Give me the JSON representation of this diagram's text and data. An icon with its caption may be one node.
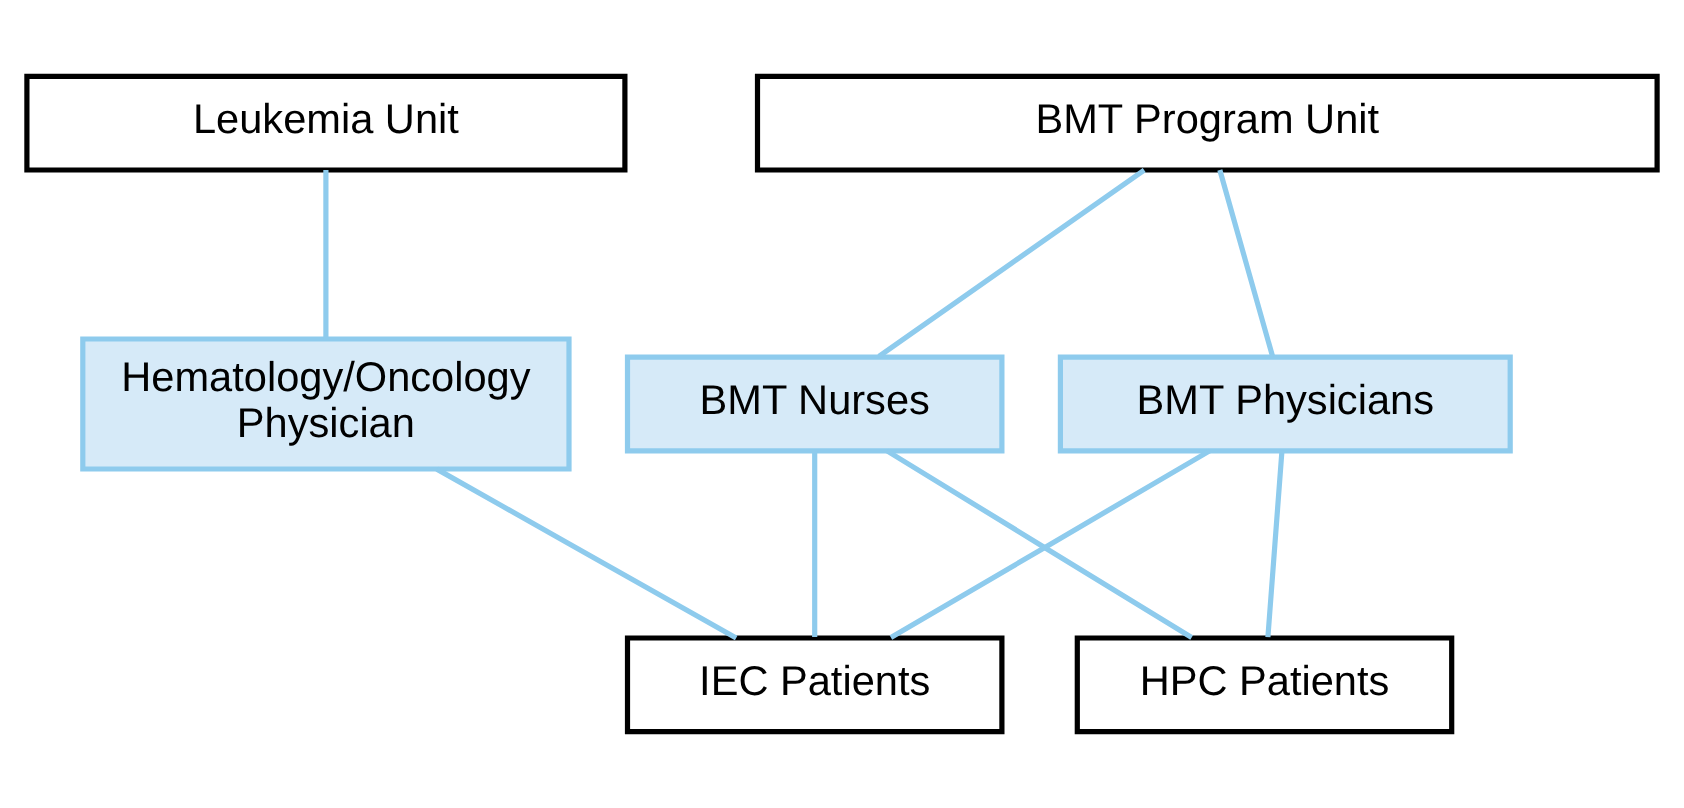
{
  "diagram": {
    "nodes": [
      {
        "text": [
          "Leukemia Unit"
        ]
      },
      {
        "text": [
          "BMT Program Unit"
        ]
      },
      {
        "text": [
          "Hematology/Oncology Physician"
        ]
      },
      {
        "text": [
          "BMT Nurses"
        ]
      },
      {
        "text": [
          "BMT Physicians"
        ]
      },
      {
        "text": [
          "IEC Patients"
        ]
      },
      {
        "text": [
          "HPC Patients"
        ]
      }
    ],
    "edges": [
      {
        "from": 0,
        "to": 2,
        "arrow": "none"
      },
      {
        "from": 1,
        "to": 3,
        "arrow": "none"
      },
      {
        "from": 1,
        "to": 4,
        "arrow": "none"
      },
      {
        "from": 2,
        "to": 5,
        "arrow": "none"
      },
      {
        "from": 3,
        "to": 5,
        "arrow": "none"
      },
      {
        "from": 3,
        "to": 6,
        "arrow": "none"
      },
      {
        "from": 4,
        "to": 5,
        "arrow": "none"
      },
      {
        "from": 4,
        "to": 6,
        "arrow": "none"
      }
    ]
  }
}
